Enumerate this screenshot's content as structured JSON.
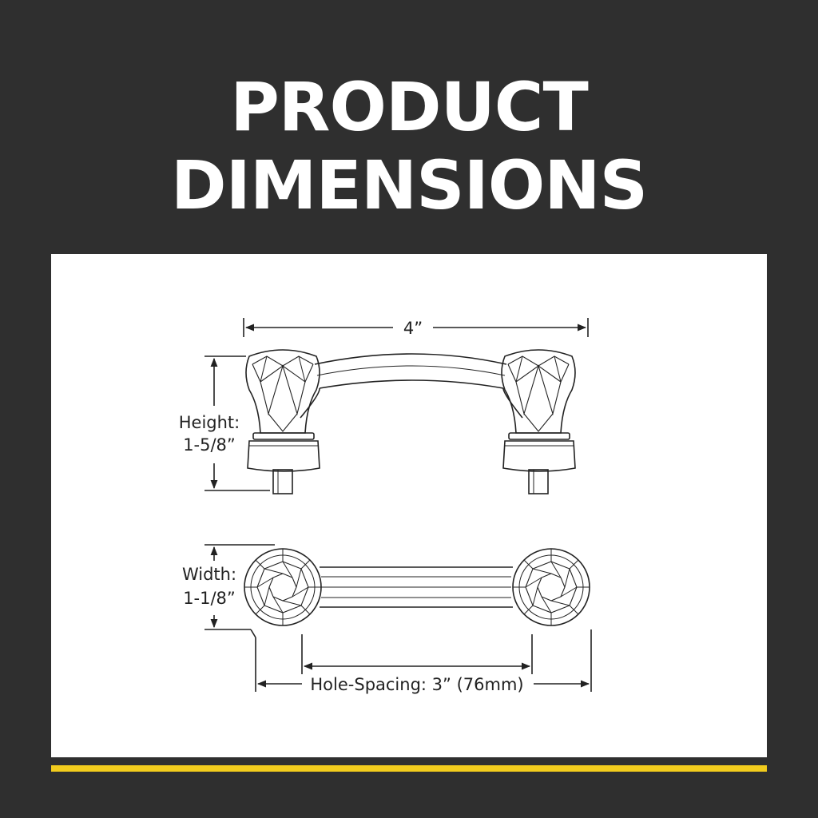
{
  "header": {
    "title_line_1": "PRODUCT",
    "title_line_2": "DIMENSIONS"
  },
  "dimensions": {
    "length": "4”",
    "height_label": "Height:",
    "height_value": "1-5/8”",
    "width_label": "Width:",
    "width_value": "1-1/8”",
    "hole_spacing": "Hole-Spacing: 3” (76mm)"
  },
  "colors": {
    "background": "#2f2f2f",
    "panel": "#ffffff",
    "accent": "#f2cc1d",
    "line": "#222222"
  }
}
